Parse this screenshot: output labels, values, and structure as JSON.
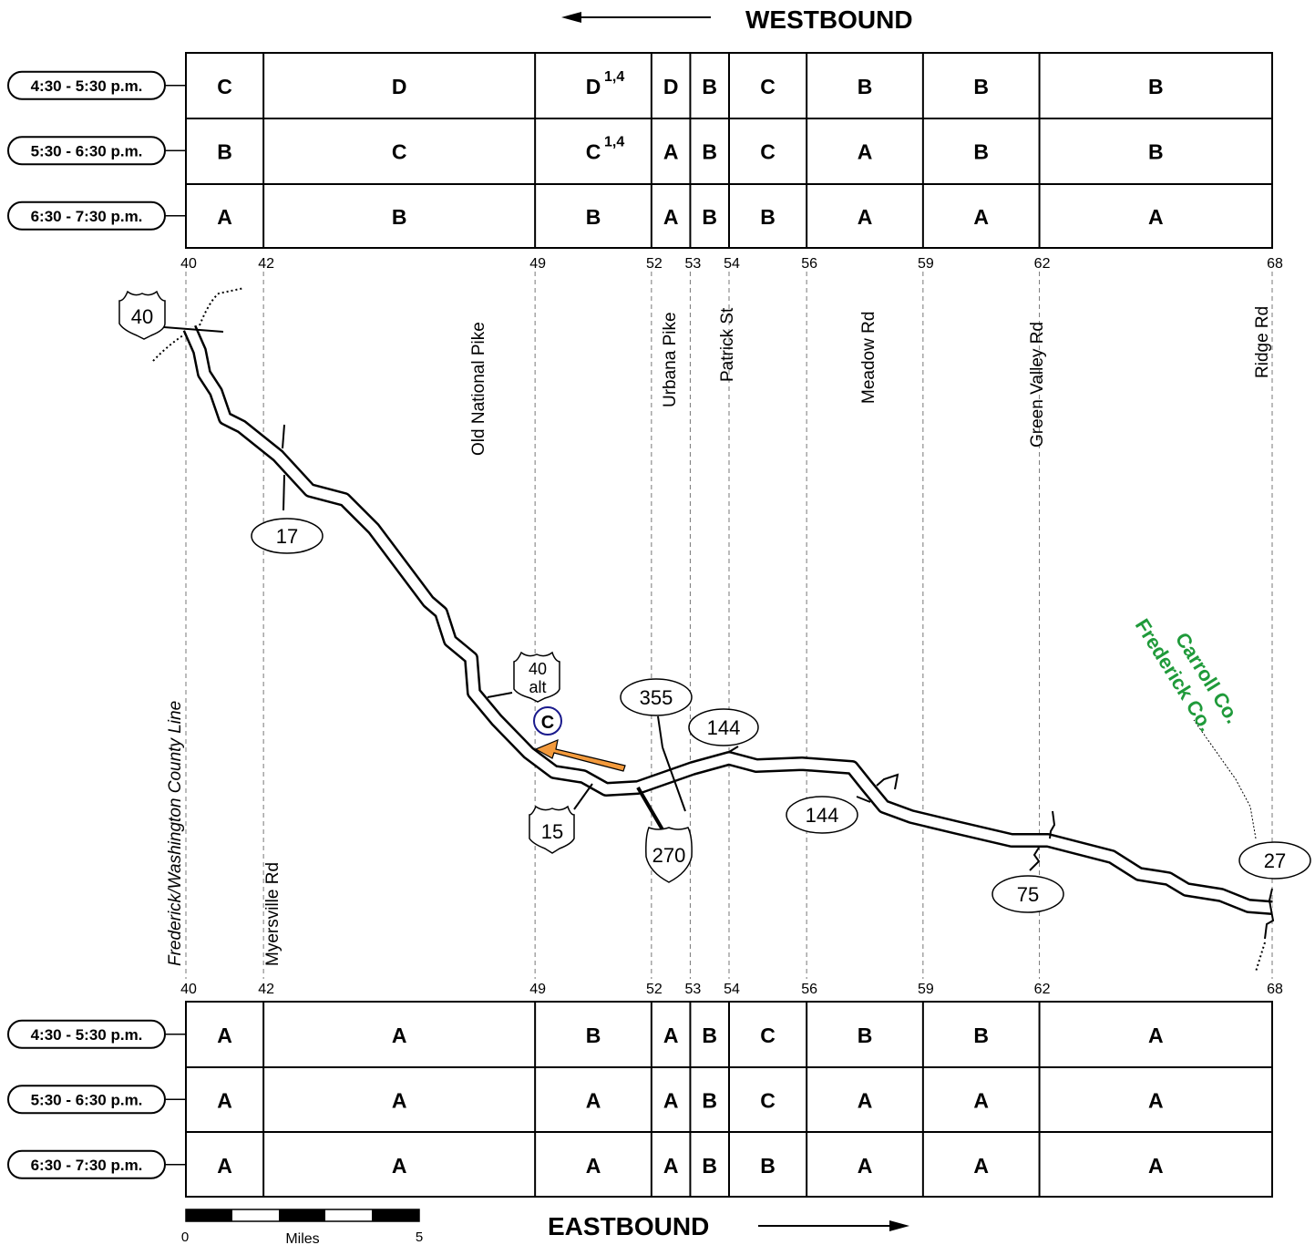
{
  "westbound": {
    "title": "WESTBOUND",
    "time_periods": [
      "4:30 - 5:30 p.m.",
      "5:30 - 6:30 p.m.",
      "6:30 - 7:30 p.m."
    ],
    "rows": [
      [
        "C",
        "D",
        "D",
        "D",
        "B",
        "C",
        "B",
        "B",
        "B"
      ],
      [
        "B",
        "C",
        "C",
        "A",
        "B",
        "C",
        "A",
        "B",
        "B"
      ],
      [
        "A",
        "B",
        "B",
        "A",
        "B",
        "B",
        "A",
        "A",
        "A"
      ]
    ],
    "footnotes": {
      "0.2": "1,4",
      "1.2": "1,4"
    }
  },
  "eastbound": {
    "title": "EASTBOUND",
    "time_periods": [
      "4:30 - 5:30 p.m.",
      "5:30 - 6:30 p.m.",
      "6:30 - 7:30 p.m."
    ],
    "rows": [
      [
        "A",
        "A",
        "B",
        "A",
        "B",
        "C",
        "B",
        "B",
        "A"
      ],
      [
        "A",
        "A",
        "A",
        "A",
        "B",
        "C",
        "A",
        "A",
        "A"
      ],
      [
        "A",
        "A",
        "A",
        "A",
        "B",
        "B",
        "A",
        "A",
        "A"
      ]
    ]
  },
  "mileposts": [
    "40",
    "42",
    "49",
    "52",
    "53",
    "54",
    "56",
    "59",
    "62",
    "68"
  ],
  "milepost_values": [
    40,
    42,
    49,
    52,
    53,
    54,
    56,
    59,
    62,
    68
  ],
  "crossroads": [
    "Frederick/Washington County Line",
    "Myersville Rd",
    "Old National Pike",
    "Urbana Pike",
    "Patrick St",
    "Meadow Rd",
    "Green Valley Rd",
    "Ridge Rd"
  ],
  "route_shields": {
    "us40": "40",
    "us40alt_num": "40",
    "us40alt_suffix": "alt",
    "md17": "17",
    "md355": "355",
    "md144_north": "144",
    "md144_south": "144",
    "us15": "15",
    "i270": "270",
    "md75": "75",
    "md27": "27"
  },
  "marker": {
    "letter": "C",
    "color": "#1a1a8c",
    "arrow_color": "#f39a3c"
  },
  "county_labels": {
    "carroll": "Carroll Co.",
    "frederick": "Frederick Co.",
    "color": "#1f9a3a"
  },
  "scale_bar": {
    "start": "0",
    "end": "5",
    "unit": "Miles"
  }
}
